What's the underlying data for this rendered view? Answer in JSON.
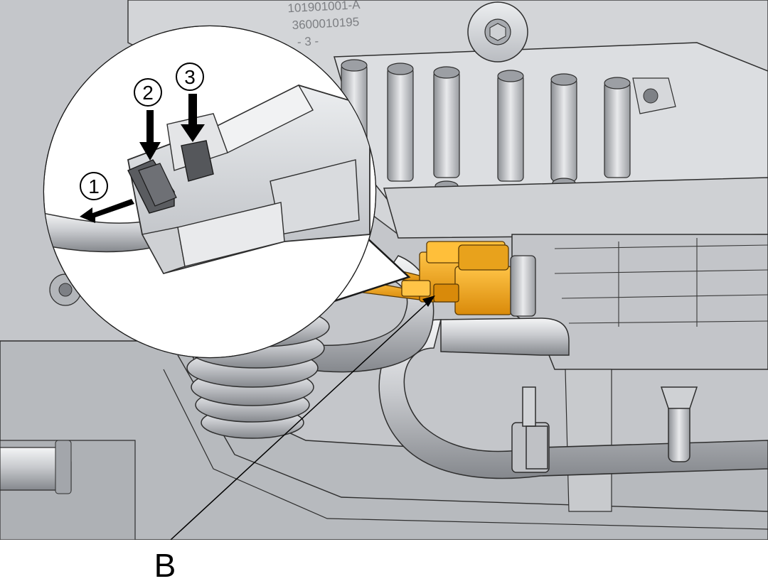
{
  "diagram": {
    "callout_label": "B",
    "step_labels": [
      "1",
      "2",
      "3"
    ],
    "part_markings": [
      "101901001-A",
      "3600010195",
      "- 3 -"
    ]
  },
  "colors": {
    "connector": "#f0a81c",
    "connector_shadow": "#c9820c",
    "metal_light": "#e7e8ea",
    "metal_mid": "#c6c8cc",
    "metal_dark": "#8f9297",
    "outline": "#2a2a2a",
    "arrow": "#000000"
  }
}
